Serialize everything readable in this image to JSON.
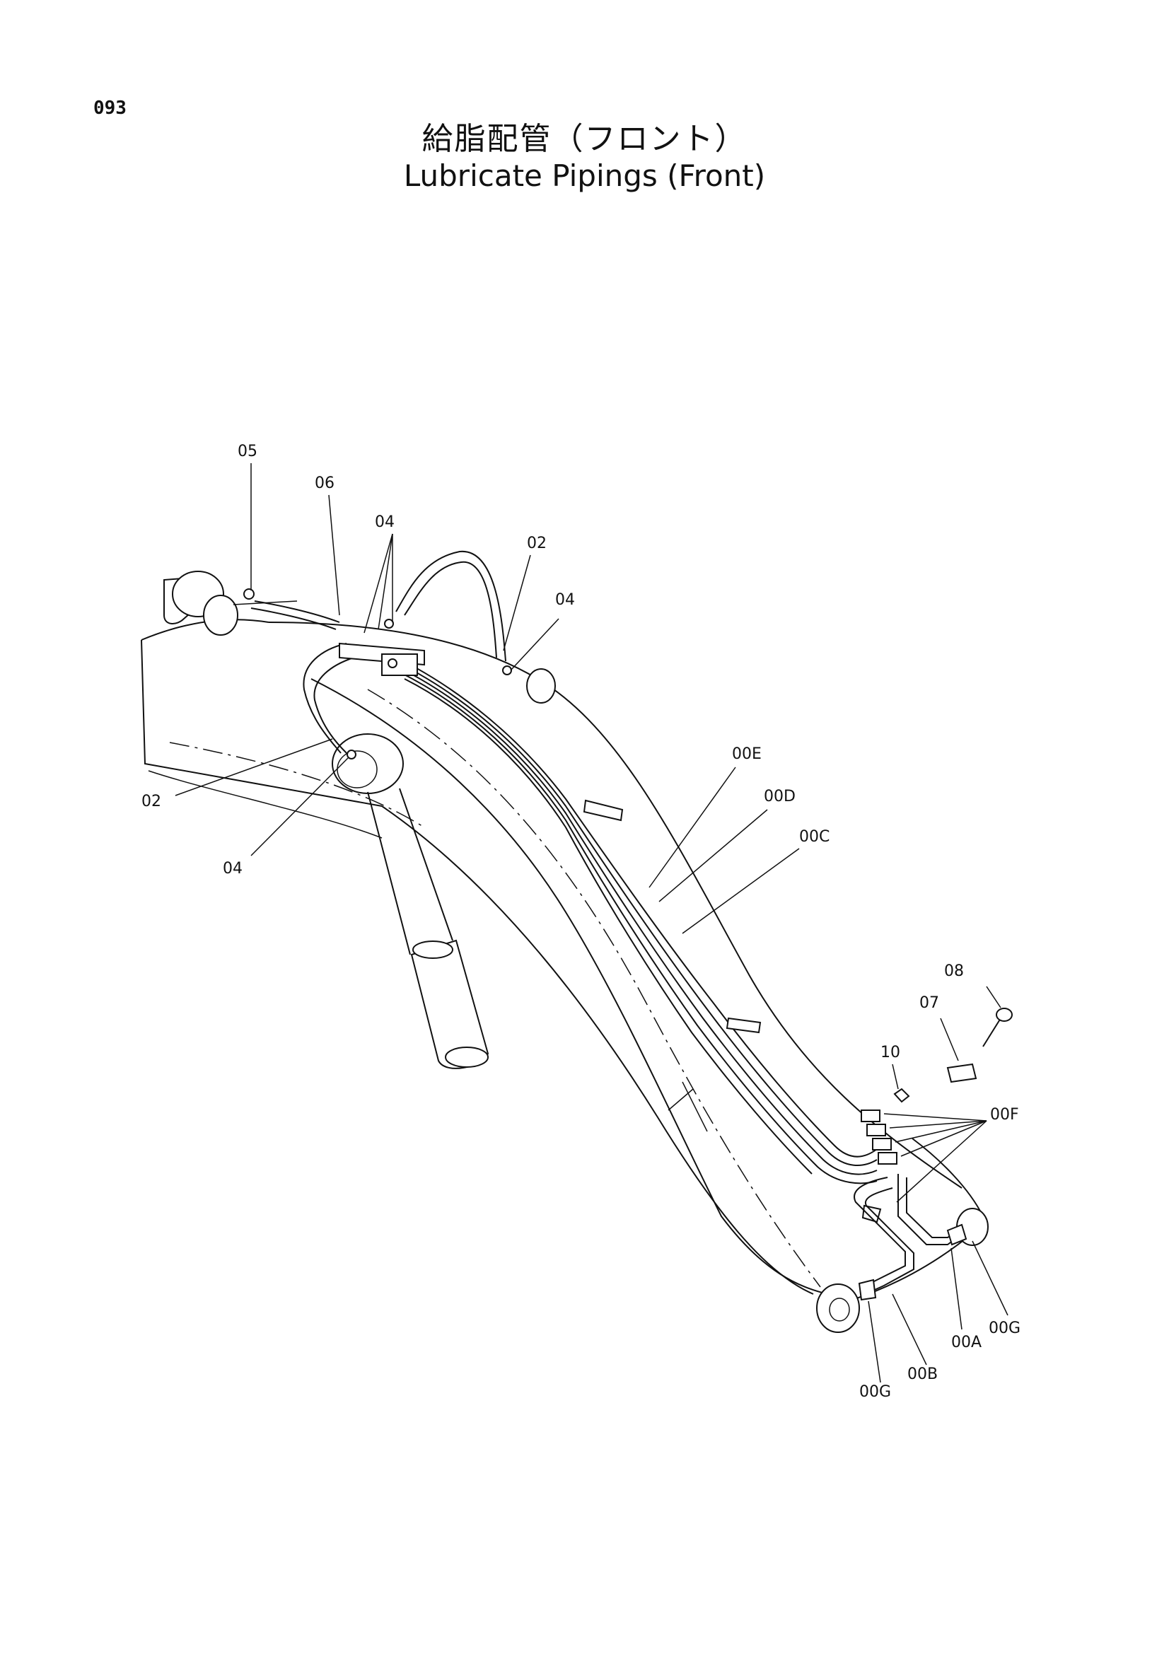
{
  "page": {
    "number": "093",
    "title_jp": "給脂配管（フロント）",
    "title_en": "Lubricate Pipings (Front)"
  },
  "callouts": {
    "c05": "05",
    "c06": "06",
    "c04_top": "04",
    "c02_top": "02",
    "c04_right": "04",
    "c02_left": "02",
    "c04_left": "04",
    "c00E": "00E",
    "c00D": "00D",
    "c00C": "00C",
    "c08": "08",
    "c07": "07",
    "c10": "10",
    "c00F": "00F",
    "c00G_right": "00G",
    "c00A": "00A",
    "c00B": "00B",
    "c00G_bottom": "00G"
  }
}
